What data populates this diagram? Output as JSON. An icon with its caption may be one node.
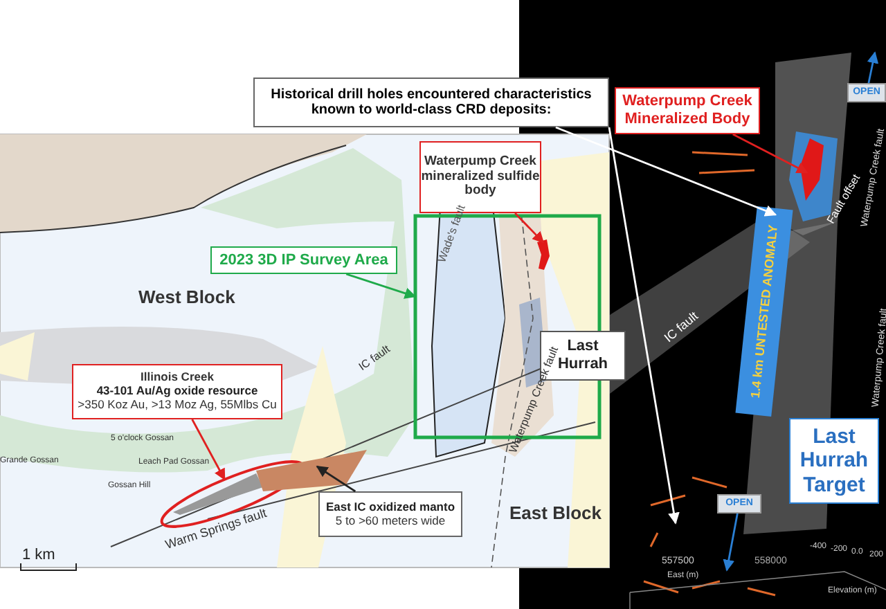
{
  "diagram": {
    "nodes": [
      {
        "text": [
          "Historical drill holes encountered characteristics known to world-class CRD deposits:"
        ]
      },
      {
        "text": [
          "Waterpump Creek Mineralized Body"
        ]
      },
      {
        "text": [
          "2023 3D IP Survey Area"
        ]
      },
      {
        "text": [],
        "shape": "box"
      },
      {
        "text": [
          "Waterpump Creek mineralized sulfide body"
        ]
      },
      {
        "text": [
          "Last Hurrah"
        ]
      },
      {
        "text": [
          "Illinois Creek",
          "43-101 Au/Ag oxide resource",
          ">350 Koz Au, >13 Moz Ag, 55Mlbs Cu"
        ]
      },
      {
        "text": [],
        "shape": "ellipse"
      },
      {
        "text": [
          "East IC oxidized manto",
          "5 to >60 meters wide"
        ]
      },
      {
        "text": [
          "Last Hurrah Target"
        ]
      },
      {
        "text": [
          "OPEN"
        ]
      },
      {
        "text": [
          "OPEN"
        ]
      },
      {
        "text": [],
        "shape": "picture",
        "in": 3
      },
      {
        "text": [],
        "shape": "picture"
      },
      {
        "text": [],
        "shape": "picture"
      },
      {
        "text": [
          "1.4 km UNTESTED ANOMALY"
        ]
      }
    ],
    "edges": [
      {
        "from": 0,
        "to": 15,
        "arrow": "to",
        "color": "#ffffff"
      },
      {
        "from": 0,
        "to": null,
        "arrow": "to",
        "color": "#ffffff"
      },
      {
        "from": 1,
        "to": 14,
        "arrow": "to",
        "color": "#e02020"
      },
      {
        "from": 2,
        "to": 3,
        "arrow": "to",
        "color": "#1faa4a"
      },
      {
        "from": 4,
        "to": 12,
        "arrow": "to",
        "color": "#e02020"
      },
      {
        "from": 6,
        "to": 7,
        "arrow": "to",
        "color": "#e02020"
      },
      {
        "from": 8,
        "to": 13,
        "arrow": "to",
        "color": "#222222"
      },
      {
        "from": 10,
        "to": null,
        "arrow": "to",
        "color": "#2a7fd4"
      },
      {
        "from": 11,
        "to": null,
        "arrow": "to",
        "color": "#2a7fd4"
      }
    ],
    "labels": [
      "West Block",
      "Wade's fault",
      "IC fault",
      "Waterpump Creek fault",
      "East Block",
      "Grande Gossan",
      "5 o'clock Gossan",
      "Leach Pad Gossan",
      "Gossan Hill",
      "Warm Springs fault",
      "1 km",
      "IC fault",
      "Fault offset",
      "Waterpump Creek fault",
      "Waterpump Creek fault",
      "557500",
      "558000",
      "East (m)",
      "-400",
      "-200",
      "0.0",
      "200",
      "Elevation (m)"
    ]
  }
}
